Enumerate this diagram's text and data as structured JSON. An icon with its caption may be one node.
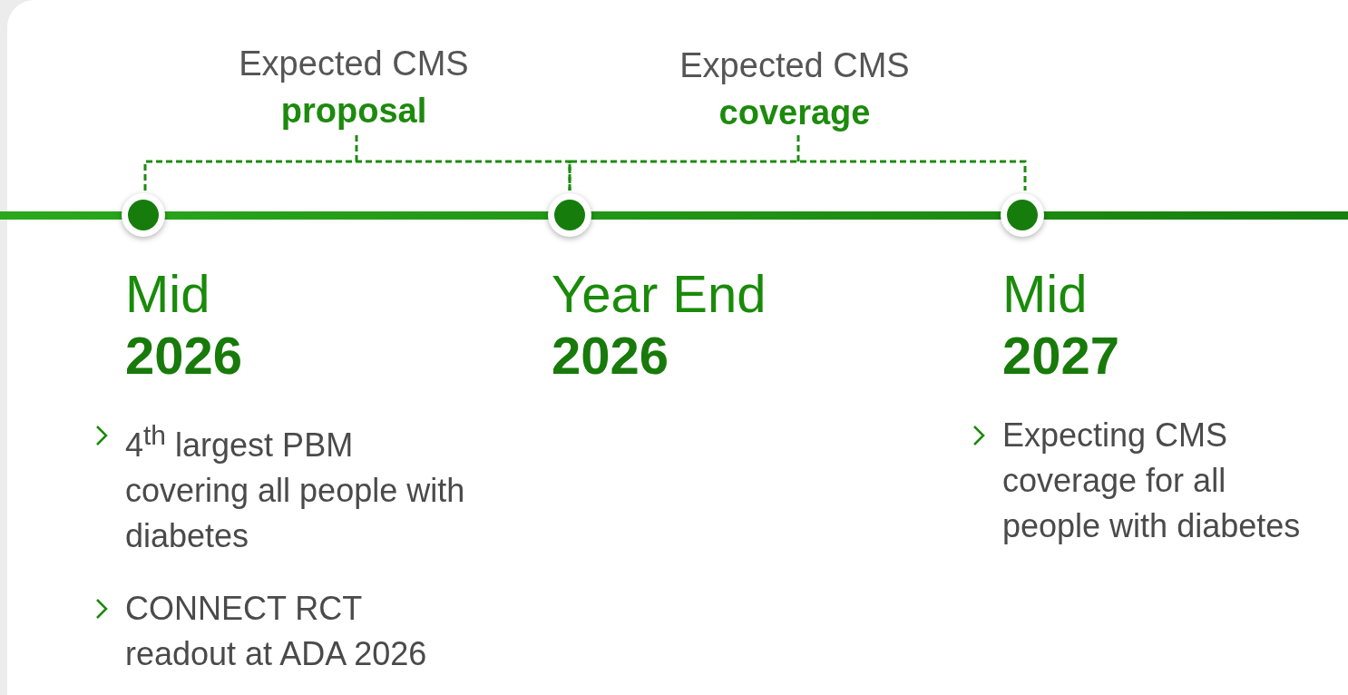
{
  "diagram": {
    "nodes": [
      {
        "text": [
          "Mid **2026**",
          "4$^{th}$ largest PBM covering all people with diabetes",
          "CONNECT RCT readout at ADA 2026"
        ]
      },
      {
        "text": [
          "Year End **2026**"
        ]
      },
      {
        "text": [
          "Mid **2027**",
          "Expecting CMS coverage for all people with diabetes"
        ]
      }
    ],
    "edges": [],
    "labels": [
      "Expected CMS **proposal**",
      "Expected CMS **coverage**"
    ]
  }
}
